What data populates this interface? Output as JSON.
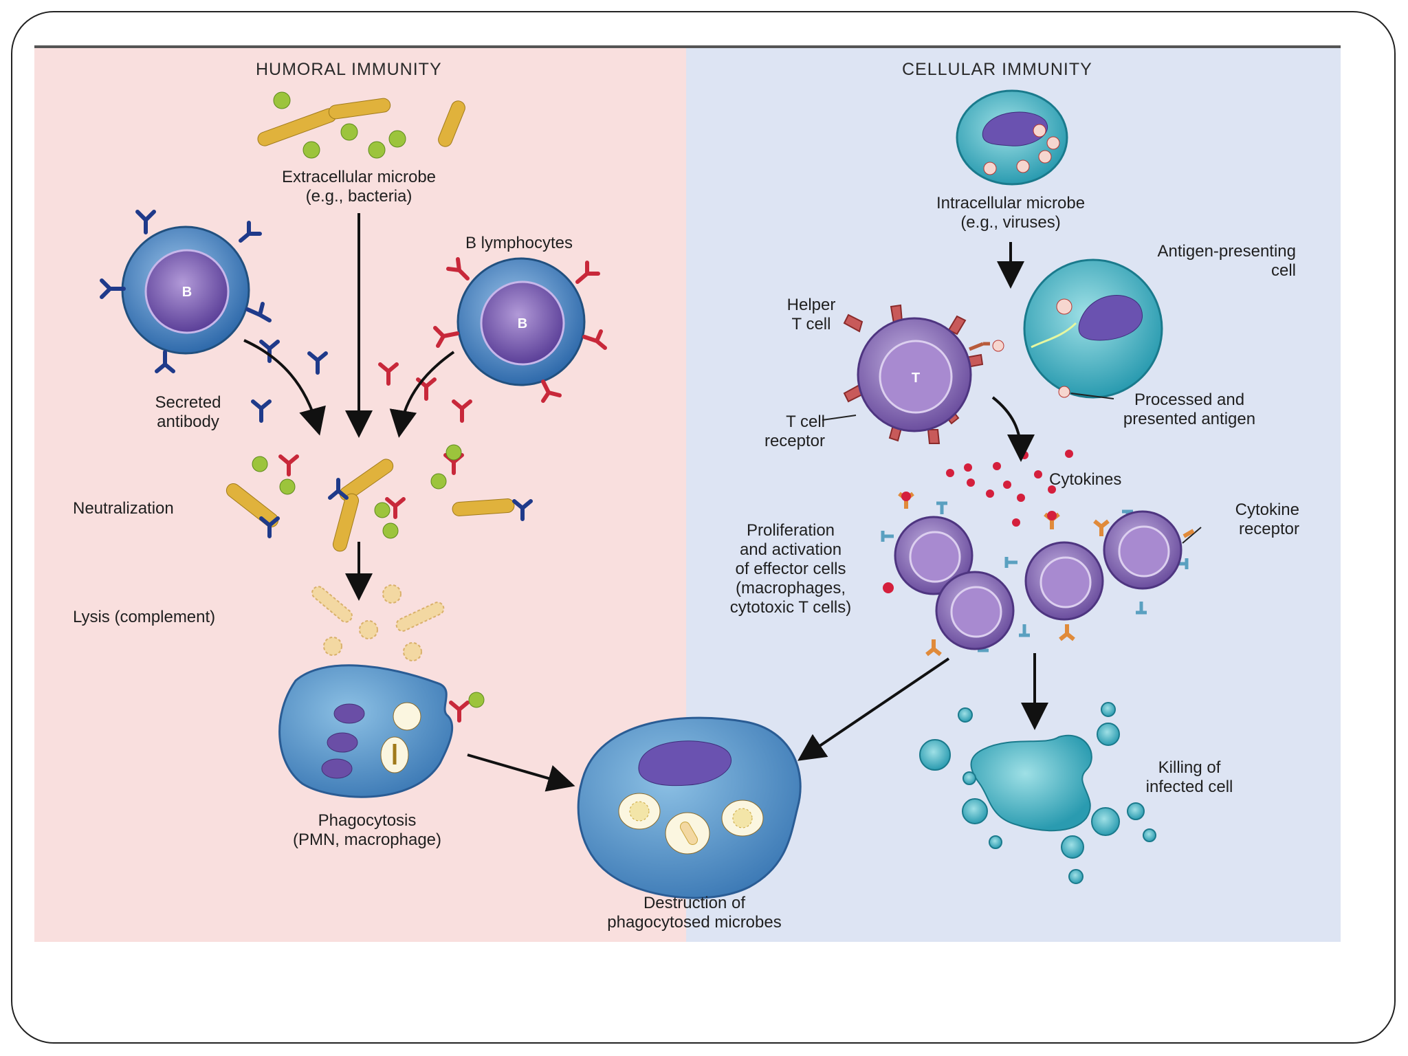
{
  "humoral": {
    "title": "HUMORAL IMMUNITY",
    "extracellular": "Extracellular microbe\n(e.g., bacteria)",
    "b_lymphocytes": "B lymphocytes",
    "b_letter": "B",
    "secreted_antibody": "Secreted\nantibody",
    "neutralization": "Neutralization",
    "lysis": "Lysis (complement)",
    "phagocytosis": "Phagocytosis\n(PMN, macrophage)"
  },
  "cellular": {
    "title": "CELLULAR IMMUNITY",
    "intracellular": "Intracellular microbe\n(e.g., viruses)",
    "apc": "Antigen-presenting\ncell",
    "helper_t": "Helper\nT cell",
    "t_letter": "T",
    "t_cell_receptor": "T cell\nreceptor",
    "processed_antigen": "Processed and\npresented antigen",
    "cytokines": "Cytokines",
    "cytokine_receptor": "Cytokine\nreceptor",
    "proliferation": "Proliferation\nand activation\nof effector cells\n(macrophages,\ncytotoxic T cells)",
    "killing": "Killing of\ninfected cell"
  },
  "shared": {
    "destruction": "Destruction of\nphagocytosed microbes"
  },
  "colors": {
    "humoral_bg": "#f9dfde",
    "cellular_bg": "#dde4f3",
    "b_cell": "#4f86c4",
    "t_cell": "#8a6bb5",
    "bacteria": "#e0b23c",
    "antigen_green": "#9cc43c",
    "antibody_blue": "#1f3a8a",
    "antibody_red": "#c8283a"
  }
}
